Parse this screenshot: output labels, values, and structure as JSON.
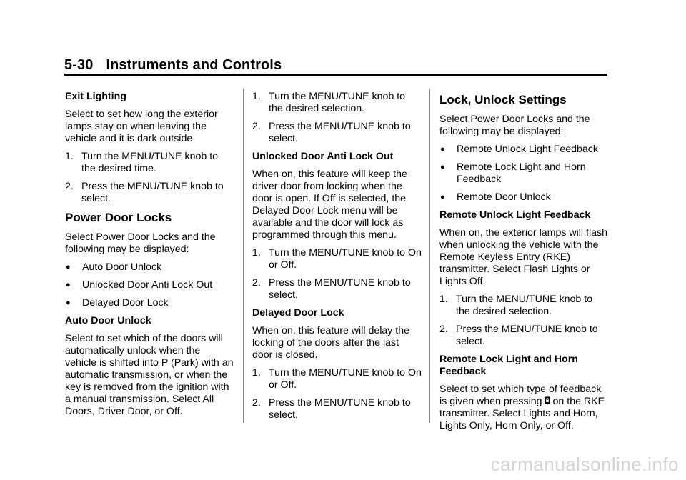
{
  "header": {
    "page_number": "5-30",
    "section_title": "Instruments and Controls"
  },
  "col1": {
    "exit_lighting_heading": "Exit Lighting",
    "exit_lighting_text": "Select to set how long the exterior lamps stay on when leaving the vehicle and it is dark outside.",
    "exit_steps": [
      {
        "n": "1.",
        "t": "Turn the MENU/TUNE knob to the desired time."
      },
      {
        "n": "2.",
        "t": "Press the MENU/TUNE knob to select."
      }
    ],
    "power_door_locks_heading": "Power Door Locks",
    "power_door_locks_text": "Select Power Door Locks and the following may be displayed:",
    "pdl_bullets": [
      "Auto Door Unlock",
      "Unlocked Door Anti Lock Out",
      "Delayed Door Lock"
    ],
    "auto_door_unlock_heading": "Auto Door Unlock",
    "auto_door_unlock_text": "Select to set which of the doors will automatically unlock when the vehicle is shifted into P (Park) with an automatic transmission, or when the key is removed from the ignition with a manual transmission. Select All Doors, Driver Door, or Off."
  },
  "col2": {
    "auto_steps": [
      {
        "n": "1.",
        "t": "Turn the MENU/TUNE knob to the desired selection."
      },
      {
        "n": "2.",
        "t": "Press the MENU/TUNE knob to select."
      }
    ],
    "anti_lock_heading": "Unlocked Door Anti Lock Out",
    "anti_lock_text": "When on, this feature will keep the driver door from locking when the door is open. If Off is selected, the Delayed Door Lock menu will be available and the door will lock as programmed through this menu.",
    "anti_lock_steps": [
      {
        "n": "1.",
        "t": "Turn the MENU/TUNE knob to On or Off."
      },
      {
        "n": "2.",
        "t": "Press the MENU/TUNE knob to select."
      }
    ],
    "delayed_heading": "Delayed Door Lock",
    "delayed_text": "When on, this feature will delay the locking of the doors after the last door is closed.",
    "delayed_steps": [
      {
        "n": "1.",
        "t": "Turn the MENU/TUNE knob to On or Off."
      },
      {
        "n": "2.",
        "t": "Press the MENU/TUNE knob to select."
      }
    ]
  },
  "col3": {
    "lock_unlock_heading": "Lock, Unlock Settings",
    "lock_unlock_text": "Select Power Door Locks and the following may be displayed:",
    "lu_bullets": [
      "Remote Unlock Light Feedback",
      "Remote Lock Light and Horn Feedback",
      "Remote Door Unlock"
    ],
    "rulf_heading": "Remote Unlock Light Feedback",
    "rulf_text": "When on, the exterior lamps will flash when unlocking the vehicle with the Remote Keyless Entry (RKE) transmitter. Select Flash Lights or Lights Off.",
    "rulf_steps": [
      {
        "n": "1.",
        "t": "Turn the MENU/TUNE knob to the desired selection."
      },
      {
        "n": "2.",
        "t": "Press the MENU/TUNE knob to select."
      }
    ],
    "rllhf_heading": "Remote Lock Light and Horn Feedback",
    "rllhf_text_line1": "Select to set which type of feedback",
    "rllhf_text_before_icon": "is given when pressing",
    "rllhf_text_after_icon": "on the RKE transmitter. Select Lights and Horn, Lights Only, Horn Only, or Off.",
    "lock_icon": "lock-button-icon"
  },
  "watermark": "carmanualsonline.info"
}
